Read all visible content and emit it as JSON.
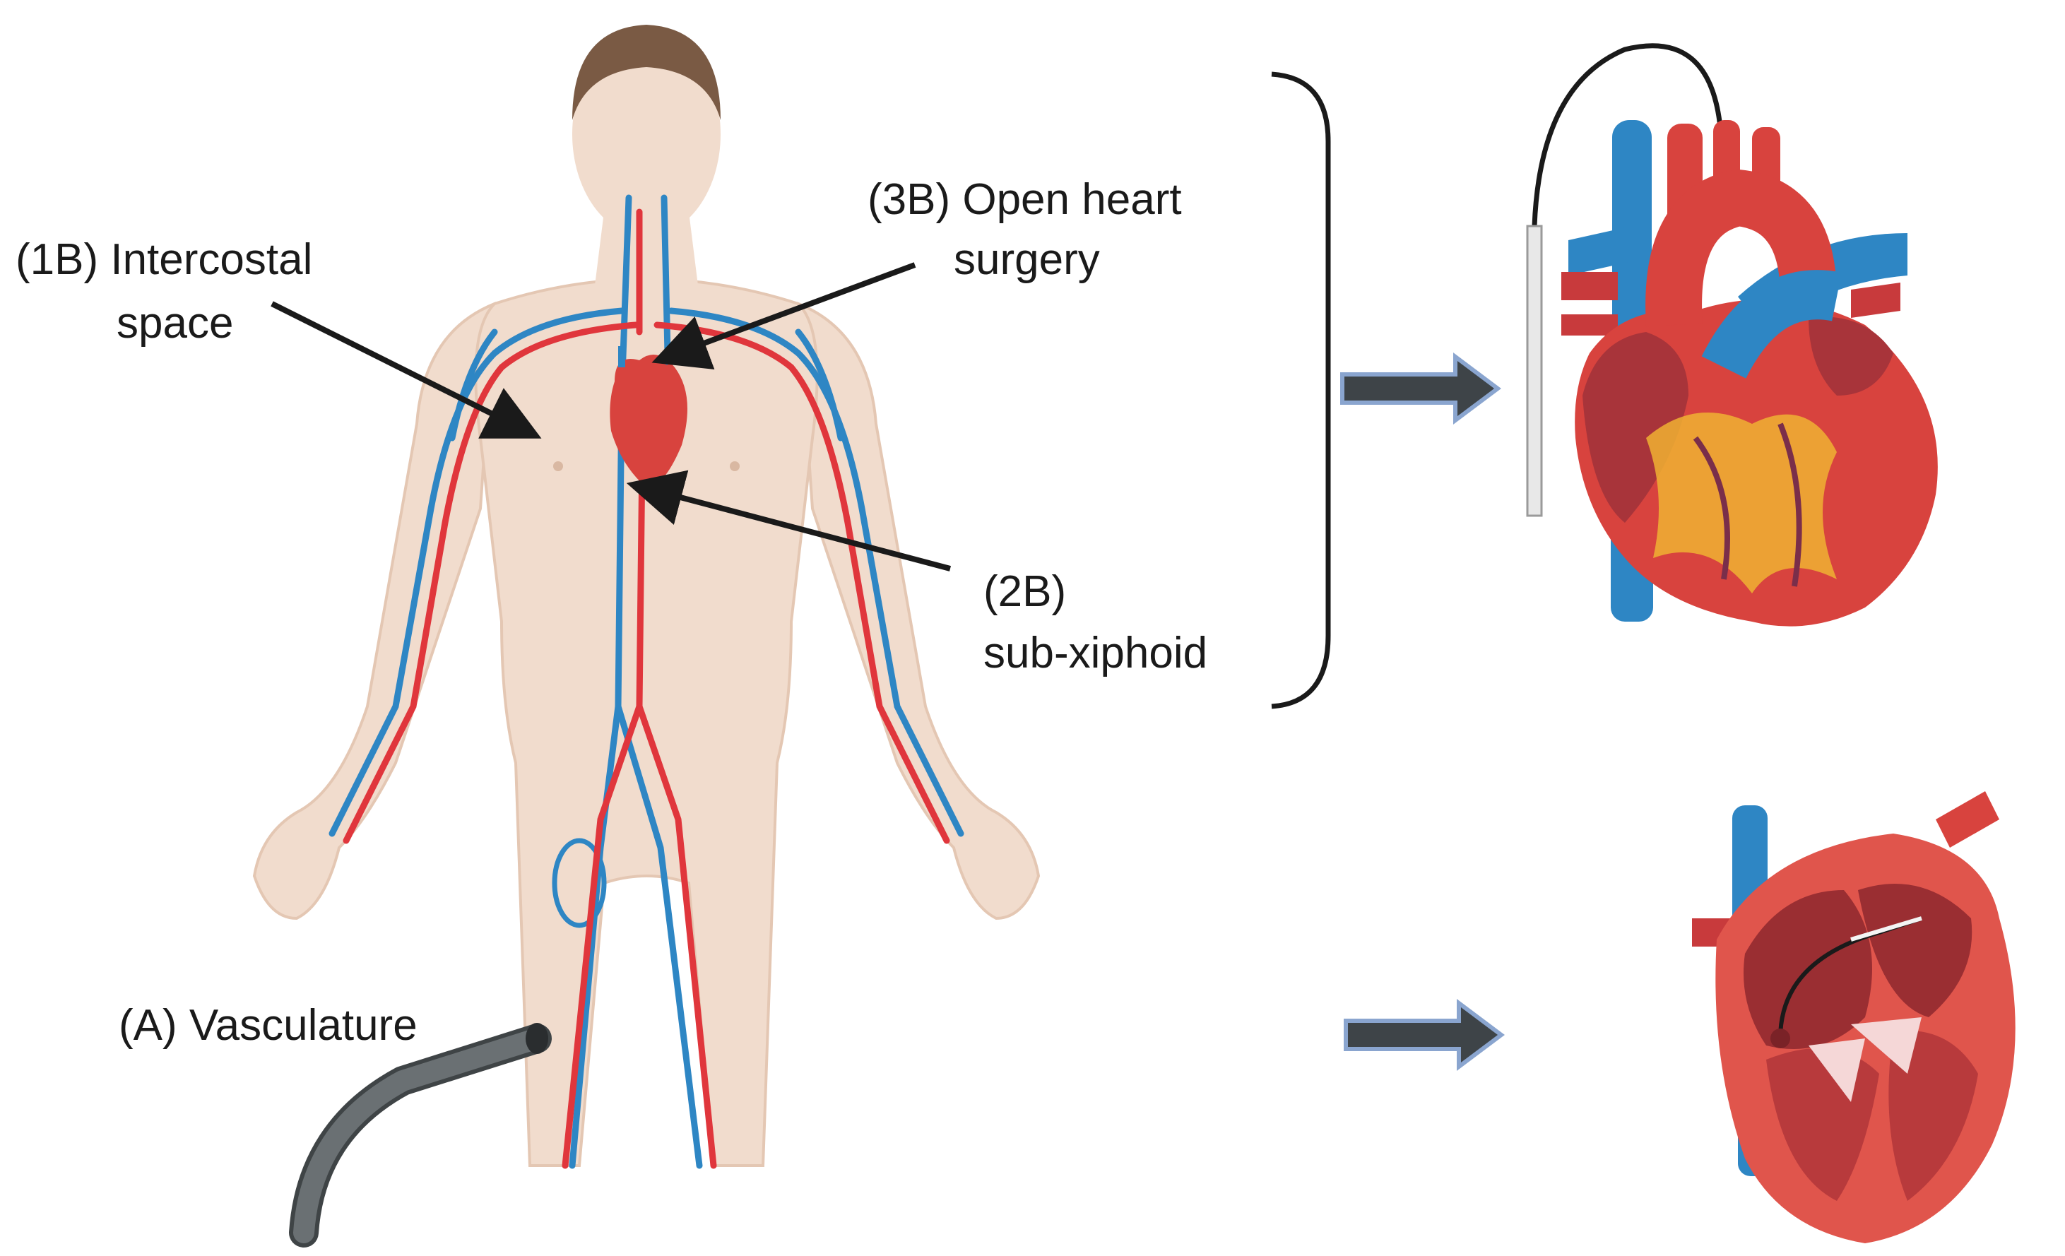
{
  "labels": {
    "intercostal_line1": "(1B) Intercostal",
    "intercostal_line2": "space",
    "open_heart_line1": "(3B) Open heart",
    "open_heart_line2": "surgery",
    "subxiphoid_line1": "(2B)",
    "subxiphoid_line2": "sub-xiphoid",
    "vasculature": "(A) Vasculature"
  },
  "colors": {
    "skin": "#f1dccd",
    "skin_shadow": "#e4c7b3",
    "hair": "#7a5a44",
    "artery": "#e0363c",
    "vein": "#2e86c4",
    "heart_red": "#d8433e",
    "heart_dark": "#a8343a",
    "fat": "#f0b233",
    "catheter": "#5d6265",
    "arrow_fill": "#3e4448",
    "arrow_outline": "#8aa5cf",
    "pacing_lead": "#dcdcdc"
  },
  "icons": [
    "human-body-circulatory-illustration",
    "heart-exterior-with-epicardial-lead-illustration",
    "heart-cross-section-with-endocardial-lead-illustration",
    "catheter-tube-icon",
    "bracket-icon",
    "block-arrow-icon"
  ]
}
